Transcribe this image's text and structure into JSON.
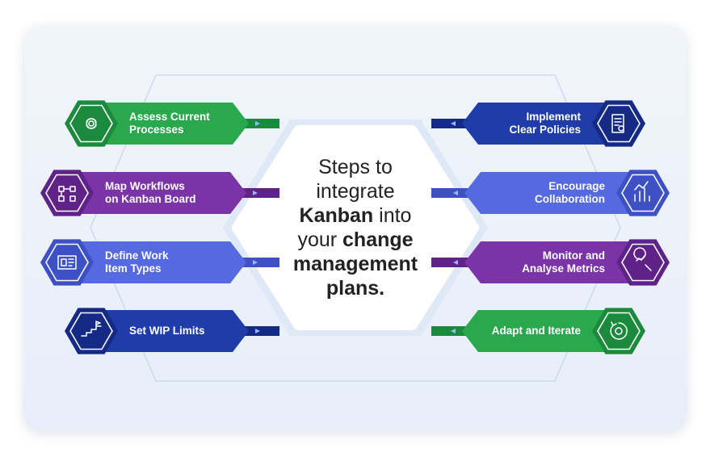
{
  "center": {
    "line1": "Steps to",
    "line2": "integrate",
    "line3_bold": "Kanban",
    "line3_rest": " into",
    "line4_pre": "your ",
    "line4_bold": "change",
    "line5_bold": "management",
    "line6_bold": "plans."
  },
  "steps": [
    {
      "id": "assess",
      "side": "left",
      "row": 0,
      "label": "Assess Current\nProcesses",
      "color": "#2aa84e",
      "dark": "#1c8a3c",
      "icon": "gears-cycle-icon"
    },
    {
      "id": "map",
      "side": "left",
      "row": 1,
      "label": "Map Workflows\non Kanban Board",
      "color": "#7b34a8",
      "dark": "#5f2388",
      "icon": "workflow-icon"
    },
    {
      "id": "define",
      "side": "left",
      "row": 2,
      "label": "Define Work\nItem Types",
      "color": "#5569e0",
      "dark": "#3d50c4",
      "icon": "blueprint-icon"
    },
    {
      "id": "wip",
      "side": "left",
      "row": 3,
      "label": "Set WIP Limits",
      "color": "#1f3ca8",
      "dark": "#142a85",
      "icon": "steps-flag-icon"
    },
    {
      "id": "policies",
      "side": "right",
      "row": 0,
      "label": "Implement\nClear Policies",
      "color": "#1f3ca8",
      "dark": "#142a85",
      "icon": "policy-scroll-icon"
    },
    {
      "id": "collab",
      "side": "right",
      "row": 1,
      "label": "Encourage\nCollaboration",
      "color": "#5569e0",
      "dark": "#3d50c4",
      "icon": "growth-hands-icon"
    },
    {
      "id": "monitor",
      "side": "right",
      "row": 2,
      "label": "Monitor and\nAnalyse Metrics",
      "color": "#7b34a8",
      "dark": "#5f2388",
      "icon": "analytics-magnifier-icon"
    },
    {
      "id": "adapt",
      "side": "right",
      "row": 3,
      "label": "Adapt and Iterate",
      "color": "#2aa84e",
      "dark": "#1c8a3c",
      "icon": "gear-refresh-icon"
    }
  ]
}
